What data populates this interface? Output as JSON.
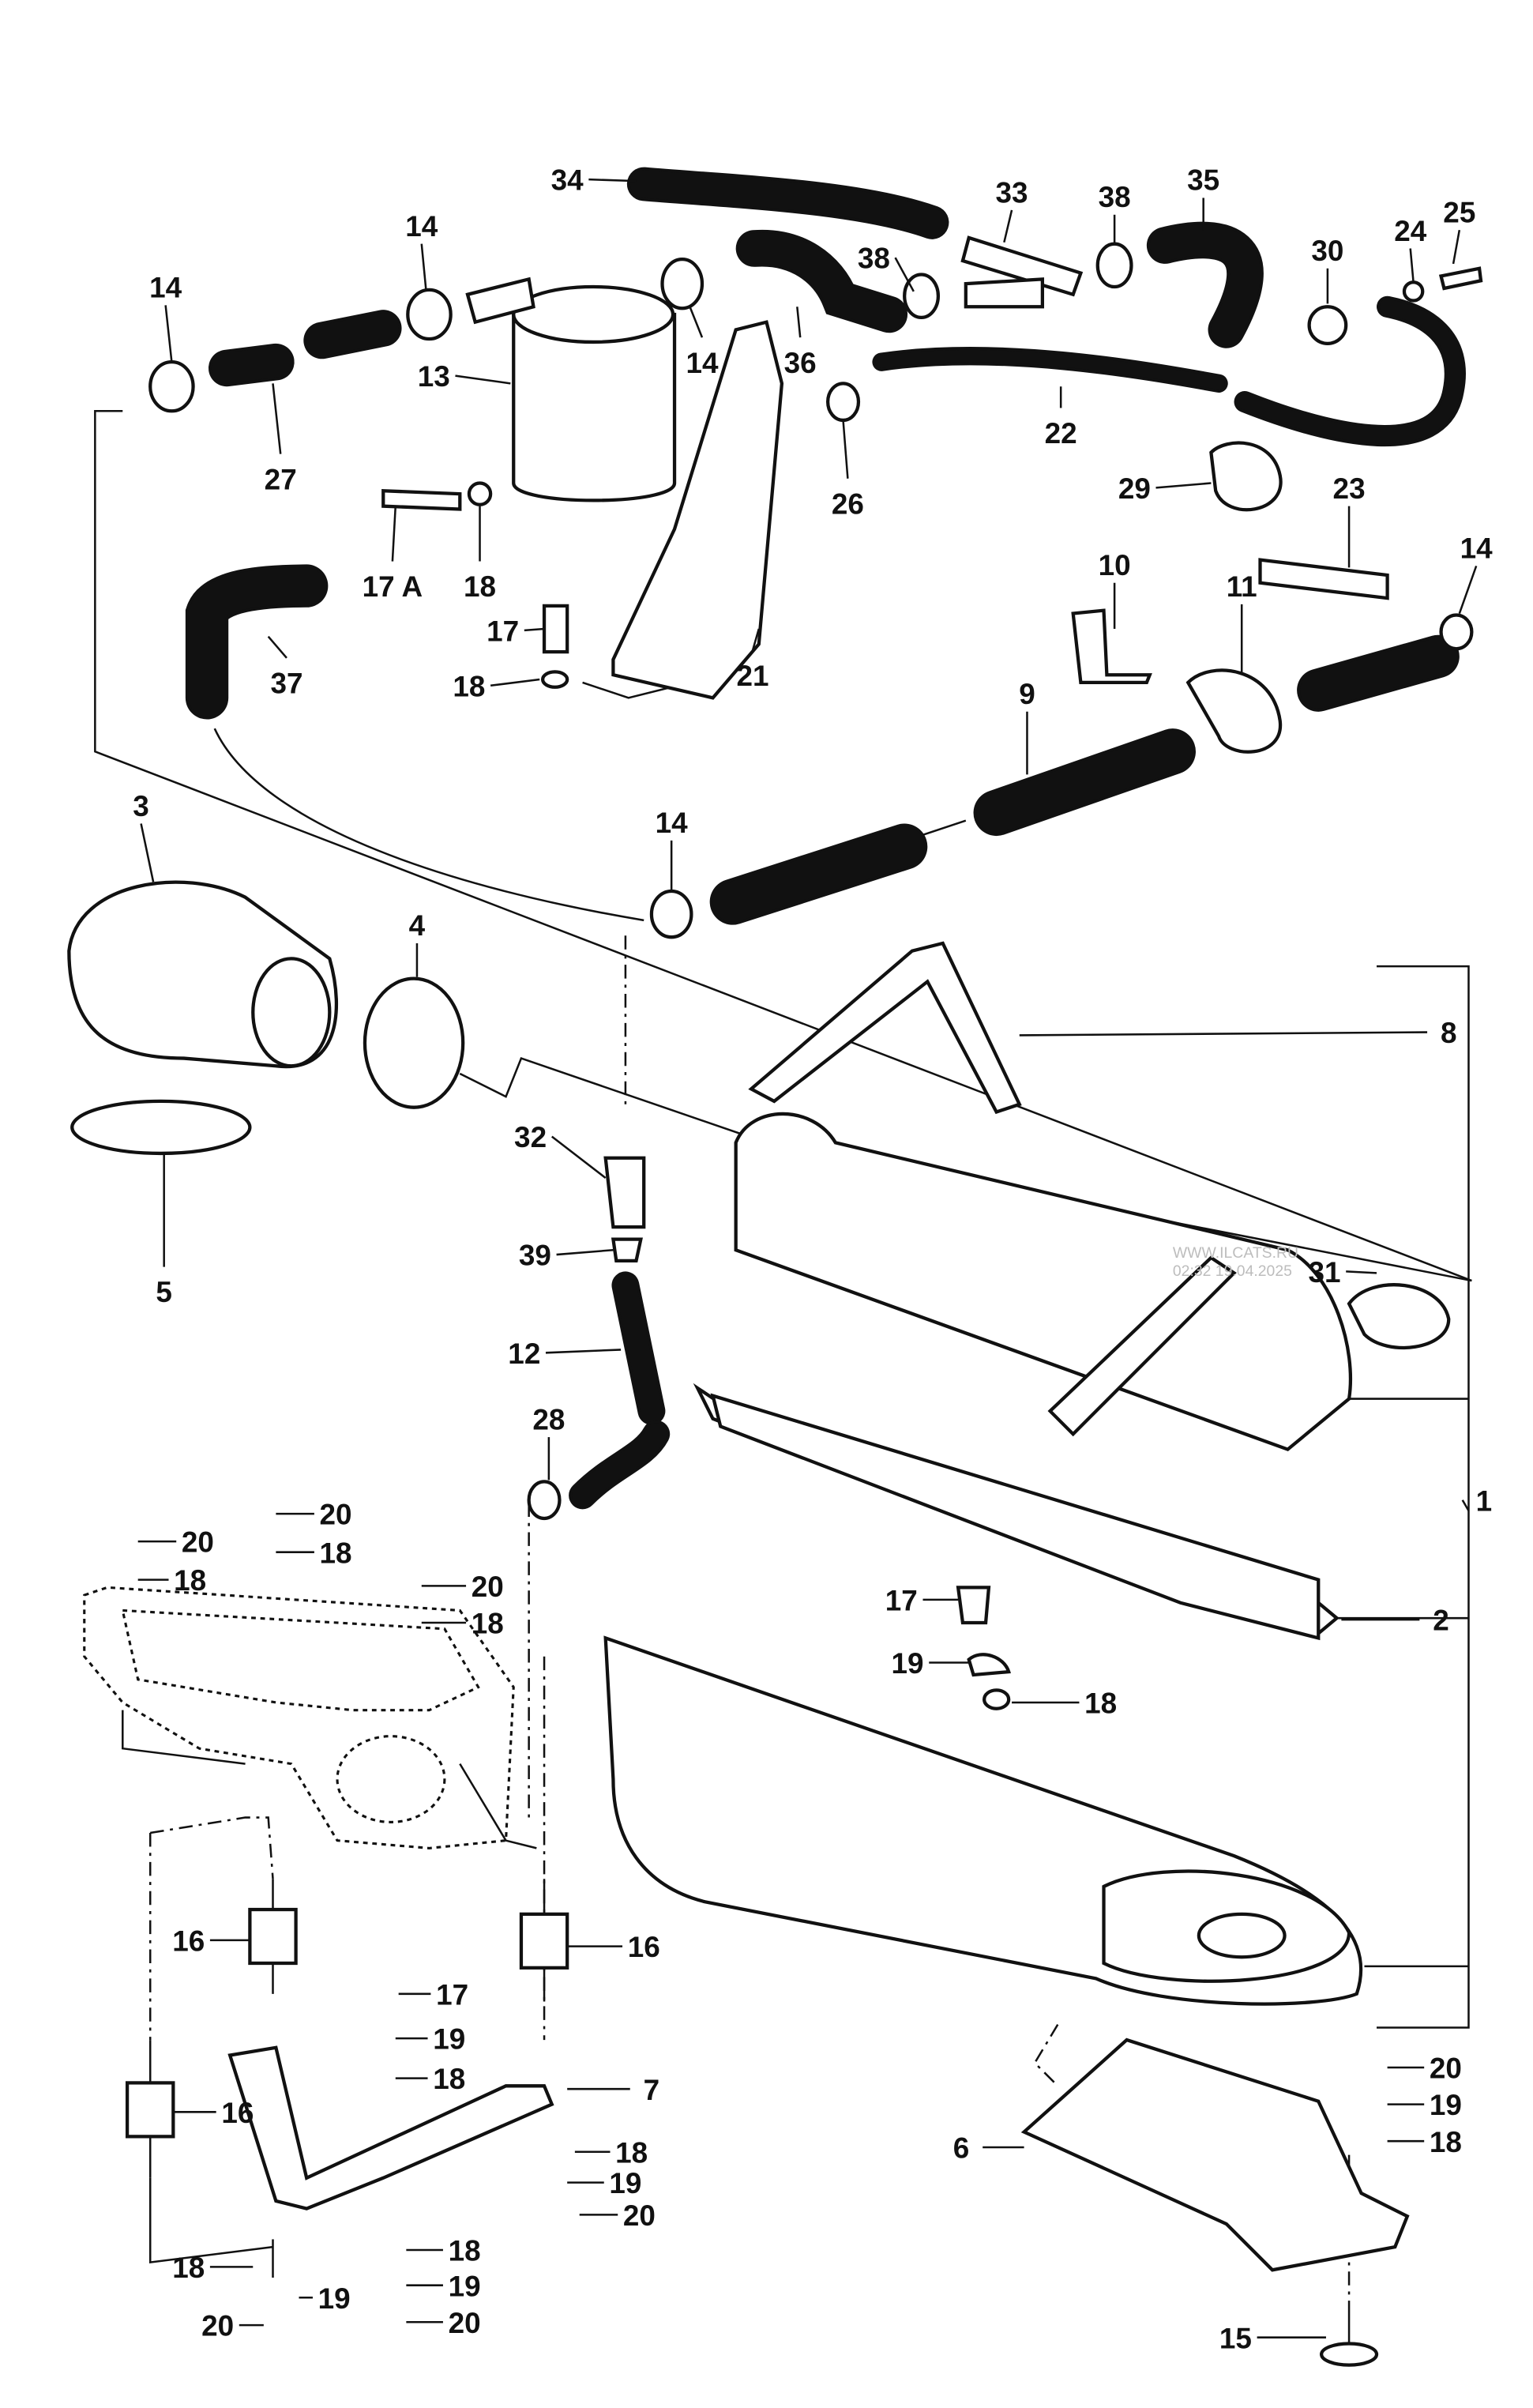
{
  "diagram": {
    "type": "exploded parts diagram",
    "callouts": [
      "34",
      "33",
      "38",
      "35",
      "14",
      "14",
      "30",
      "24",
      "25",
      "38",
      "14",
      "36",
      "13",
      "27",
      "22",
      "26",
      "29",
      "23",
      "17 A",
      "18",
      "10",
      "14",
      "11",
      "17",
      "18",
      "21",
      "37",
      "9",
      "3",
      "14",
      "4",
      "8",
      "32",
      "5",
      "39",
      "31",
      "12",
      "28",
      "1",
      "20",
      "20",
      "18",
      "18",
      "20",
      "18",
      "17",
      "2",
      "19",
      "18",
      "16",
      "16",
      "17",
      "19",
      "16",
      "18",
      "7",
      "20",
      "19",
      "18",
      "6",
      "18",
      "19",
      "20",
      "18",
      "18",
      "19",
      "19",
      "20",
      "20",
      "15"
    ],
    "watermark": {
      "site": "WWW.ILCATS.RU",
      "timestamp": "02:32 19.04.2025"
    },
    "colors": {
      "ink": "#111111",
      "background": "#ffffff",
      "watermark": "#bdbdbd"
    }
  }
}
